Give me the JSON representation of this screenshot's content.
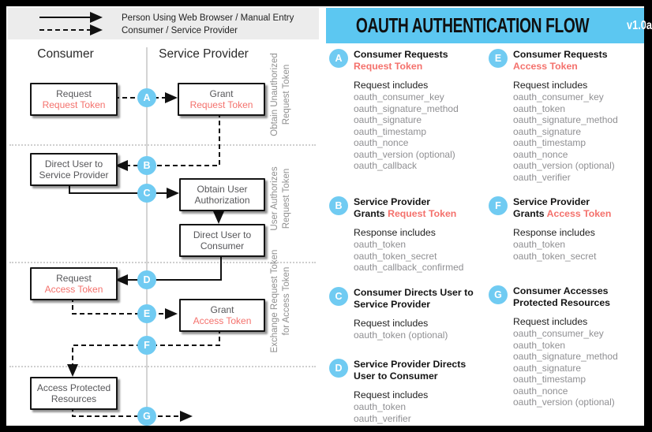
{
  "header": {
    "title": "OAUTH AUTHENTICATION FLOW",
    "version": "v1.0a"
  },
  "legend": {
    "solid_label": "Person Using Web Browser / Manual Entry",
    "dashed_label": "Consumer / Service Provider"
  },
  "lanes": {
    "left": "Consumer",
    "right": "Service Provider"
  },
  "phases": [
    "Obtain Unauthorized\nRequest Token",
    "User Authorizes\nRequest Token",
    "Exchange Request Token\nfor Access Token"
  ],
  "colors": {
    "banner_blue": "#5cc7f1",
    "badge_blue": "#70cbf2",
    "accent_red": "#f4716c"
  },
  "flow_boxes": {
    "request_request_token": {
      "line1": "Request",
      "line2": "Request Token"
    },
    "grant_request_token": {
      "line1": "Grant",
      "line2": "Request Token"
    },
    "direct_user_sp": {
      "line1": "Direct User to",
      "line2": "Service Provider"
    },
    "obtain_auth": {
      "line1": "Obtain User",
      "line2": "Authorization"
    },
    "direct_user_consumer": {
      "line1": "Direct User to",
      "line2": "Consumer"
    },
    "request_access_token": {
      "line1": "Request",
      "line2": "Access Token"
    },
    "grant_access_token": {
      "line1": "Grant",
      "line2": "Access Token"
    },
    "access_protected": {
      "line1": "Access Protected",
      "line2": "Resources"
    }
  },
  "steps": {
    "a": "A",
    "b": "B",
    "c": "C",
    "d": "D",
    "e": "E",
    "f": "F",
    "g": "G"
  },
  "sections": {
    "a": {
      "letter": "A",
      "title1": "Consumer Requests",
      "title2_black": "",
      "title2_red": "Request Token",
      "includes_label": "Request includes",
      "params": [
        "oauth_consumer_key",
        "oauth_signature_method",
        "oauth_signature",
        "oauth_timestamp",
        "oauth_nonce",
        "oauth_version (optional)",
        "oauth_callback"
      ]
    },
    "b": {
      "letter": "B",
      "title1": "Service Provider",
      "title2_black": "Grants ",
      "title2_red": "Request Token",
      "includes_label": "Response includes",
      "params": [
        "oauth_token",
        "oauth_token_secret",
        "oauth_callback_confirmed"
      ]
    },
    "c": {
      "letter": "C",
      "title1": "Consumer Directs User to",
      "title2_black": "Service Provider",
      "title2_red": "",
      "includes_label": "Request includes",
      "params": [
        "oauth_token (optional)"
      ]
    },
    "d": {
      "letter": "D",
      "title1": "Service Provider Directs",
      "title2_black": "User to Consumer",
      "title2_red": "",
      "includes_label": "Request includes",
      "params": [
        "oauth_token",
        "oauth_verifier"
      ]
    },
    "e": {
      "letter": "E",
      "title1": "Consumer Requests",
      "title2_black": "",
      "title2_red": "Access Token",
      "includes_label": "Request includes",
      "params": [
        "oauth_consumer_key",
        "oauth_token",
        "oauth_signature_method",
        "oauth_signature",
        "oauth_timestamp",
        "oauth_nonce",
        "oauth_version (optional)",
        "oauth_verifier"
      ]
    },
    "f": {
      "letter": "F",
      "title1": "Service Provider",
      "title2_black": "Grants ",
      "title2_red": "Access Token",
      "includes_label": "Response includes",
      "params": [
        "oauth_token",
        "oauth_token_secret"
      ]
    },
    "g": {
      "letter": "G",
      "title1": "Consumer Accesses",
      "title2_black": "Protected Resources",
      "title2_red": "",
      "includes_label": "Request includes",
      "params": [
        "oauth_consumer_key",
        "oauth_token",
        "oauth_signature_method",
        "oauth_signature",
        "oauth_timestamp",
        "oauth_nonce",
        "oauth_version (optional)"
      ]
    }
  }
}
